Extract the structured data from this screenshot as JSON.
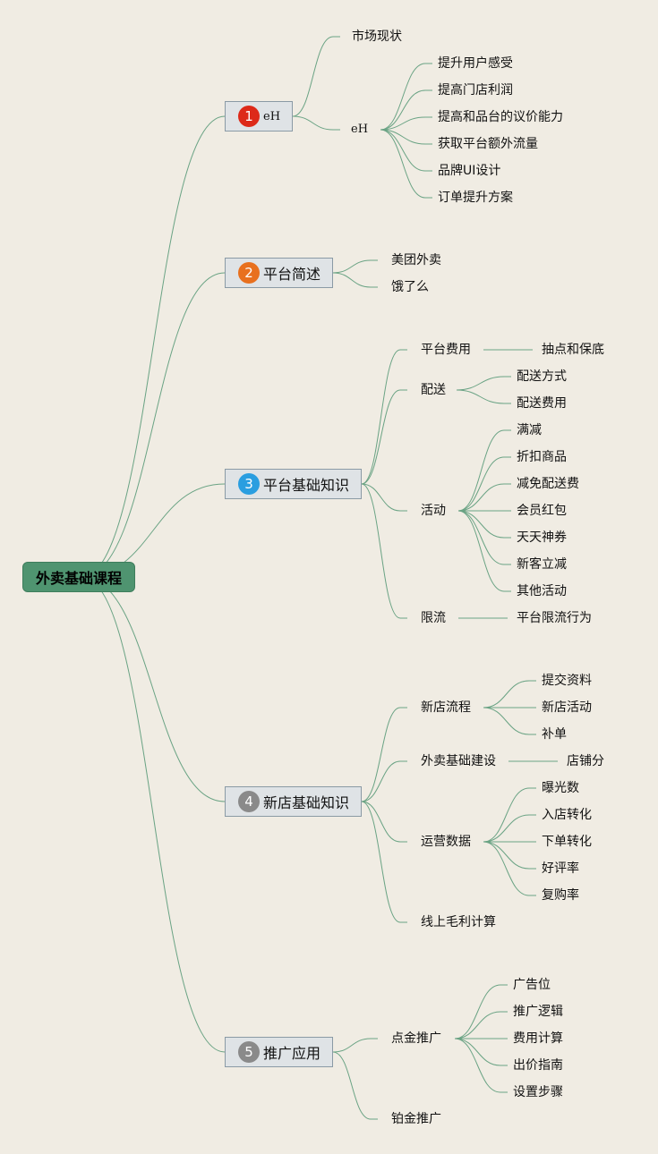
{
  "root": "外卖基础课程",
  "colors": {
    "background": "#f0ece3",
    "root_fill": "#4f9470",
    "line": "#6aa384",
    "topic_fill": "#dfe3e6"
  },
  "topics": [
    {
      "num": "1",
      "label": "eH",
      "badge_color": "#dd2a19",
      "children": [
        {
          "label": "市场现状"
        },
        {
          "label": "eH",
          "children": [
            "提升用户感受",
            "提高门店利润",
            "提高和品台的议价能力",
            "获取平台额外流量",
            "品牌UI设计",
            "订单提升方案"
          ]
        }
      ]
    },
    {
      "num": "2",
      "label": "平台简述",
      "badge_color": "#e8701e",
      "children": [
        {
          "label": "美团外卖"
        },
        {
          "label": "饿了么"
        }
      ]
    },
    {
      "num": "3",
      "label": "平台基础知识",
      "badge_color": "#2a9ee0",
      "children": [
        {
          "label": "平台费用",
          "children": [
            "抽点和保底"
          ]
        },
        {
          "label": "配送",
          "children": [
            "配送方式",
            "配送费用"
          ]
        },
        {
          "label": "活动",
          "children": [
            "满减",
            "折扣商品",
            "减免配送费",
            "会员红包",
            "天天神券",
            "新客立减",
            "其他活动"
          ]
        },
        {
          "label": "限流",
          "children": [
            "平台限流行为"
          ]
        }
      ]
    },
    {
      "num": "4",
      "label": "新店基础知识",
      "badge_color": "#8a8a8a",
      "children": [
        {
          "label": "新店流程",
          "children": [
            "提交资料",
            "新店活动",
            "补单"
          ]
        },
        {
          "label": "外卖基础建设",
          "children": [
            "店铺分"
          ]
        },
        {
          "label": "运营数据",
          "children": [
            "曝光数",
            "入店转化",
            "下单转化",
            "好评率",
            "复购率"
          ]
        },
        {
          "label": "线上毛利计算"
        }
      ]
    },
    {
      "num": "5",
      "label": "推广应用",
      "badge_color": "#8a8a8a",
      "children": [
        {
          "label": "点金推广",
          "children": [
            "广告位",
            "推广逻辑",
            "费用计算",
            "出价指南",
            "设置步骤"
          ]
        },
        {
          "label": "铂金推广"
        }
      ]
    }
  ]
}
